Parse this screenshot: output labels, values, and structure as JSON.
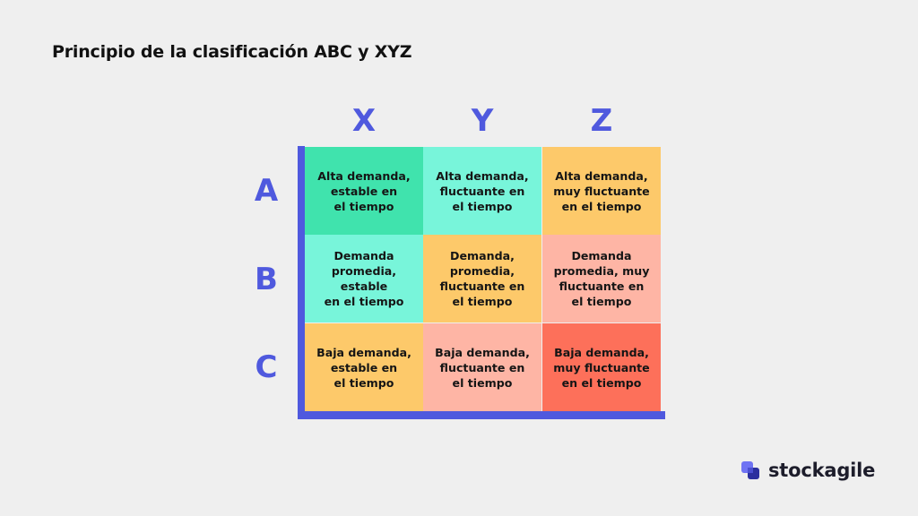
{
  "title": "Principio de la clasificación ABC y XYZ",
  "accent_color": "#4f59de",
  "columns": [
    "X",
    "Y",
    "Z"
  ],
  "rows": [
    "A",
    "B",
    "C"
  ],
  "cells": [
    [
      {
        "text": "Alta demanda,\nestable en\nel tiempo",
        "color": "#40e3ad"
      },
      {
        "text": "Alta demanda,\nfluctuante en\nel tiempo",
        "color": "#78f5da"
      },
      {
        "text": "Alta demanda,\nmuy fluctuante\nen el tiempo",
        "color": "#fdc96a"
      }
    ],
    [
      {
        "text": "Demanda\npromedia, estable\nen el tiempo",
        "color": "#78f5da"
      },
      {
        "text": "Demanda,\npromedia,\nfluctuante en\nel tiempo",
        "color": "#fdc96a"
      },
      {
        "text": "Demanda\npromedia, muy\nfluctuante en\nel tiempo",
        "color": "#feb5a5"
      }
    ],
    [
      {
        "text": "Baja demanda,\nestable en\nel tiempo",
        "color": "#fdc96a"
      },
      {
        "text": "Baja demanda,\nfluctuante en\nel tiempo",
        "color": "#feb5a5"
      },
      {
        "text": "Baja demanda,\nmuy fluctuante\nen el tiempo",
        "color": "#fd705a"
      }
    ]
  ],
  "logo": {
    "text": "stockagile",
    "icon": "stockagile-logo-icon"
  }
}
